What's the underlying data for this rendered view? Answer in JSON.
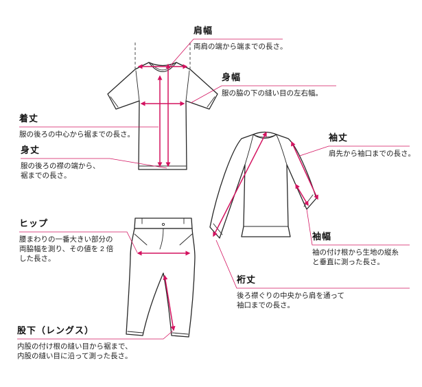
{
  "colors": {
    "accent": "#d3125f",
    "ink": "#262626"
  },
  "labels": {
    "shoulder_width": {
      "title": "肩幅",
      "desc": "両肩の端から端までの長さ。"
    },
    "body_width": {
      "title": "身幅",
      "desc": "服の脇の下の縫い目の左右幅。"
    },
    "length": {
      "title": "着丈",
      "desc": "服の後ろの中心から裾までの長さ。"
    },
    "body_length": {
      "title": "身丈",
      "desc": "服の後ろの襟の端から、\n裾までの長さ。"
    },
    "sleeve_length": {
      "title": "袖丈",
      "desc": "肩先から袖口までの長さ。"
    },
    "sleeve_width": {
      "title": "袖幅",
      "desc": "袖の付け根から生地の縦糸\nと垂直に測った長さ。"
    },
    "yuki_length": {
      "title": "裄丈",
      "desc": "後ろ襟ぐりの中央から肩を通って\n袖口までの長さ。"
    },
    "hip": {
      "title": "ヒップ",
      "desc": "腰まわりの一番大きい部分の\n両脇幅を測り、その値を 2 倍\nした長さ。"
    },
    "inseam": {
      "title": "股下（レングス）",
      "desc": "内股の付け根の縫い目から裾まで、\n内股の縫い目に沿って測った長さ。"
    }
  }
}
